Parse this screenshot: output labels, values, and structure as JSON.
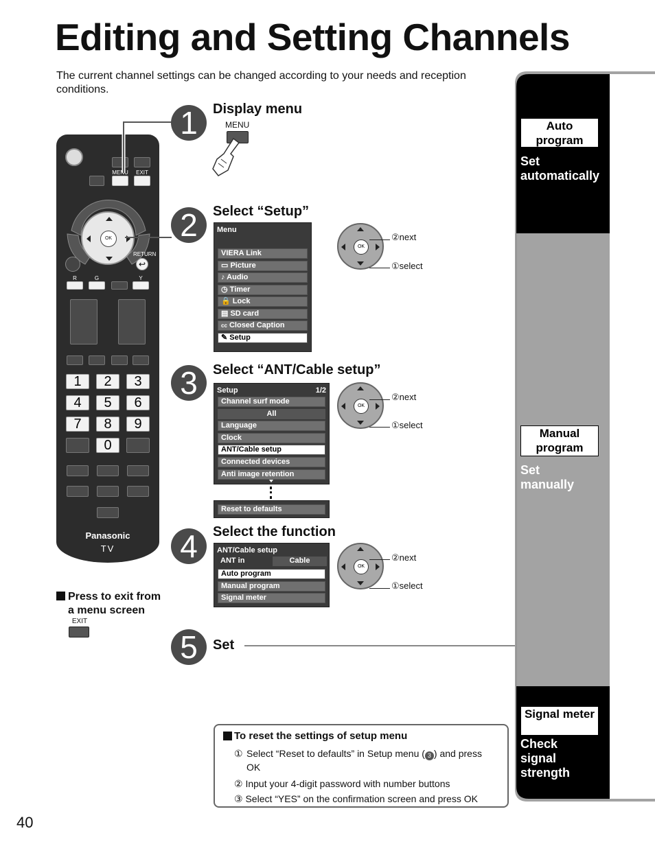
{
  "title": "Editing and Setting Channels",
  "intro": "The current channel settings can be changed according to your needs and reception conditions.",
  "remote": {
    "labels": {
      "menu": "MENU",
      "exit": "EXIT",
      "return": "RETURN",
      "ok": "OK",
      "r": "R",
      "g": "G",
      "y": "Y"
    },
    "numbers": [
      "1",
      "2",
      "3",
      "4",
      "5",
      "6",
      "7",
      "8",
      "9",
      "0"
    ],
    "brand": "Panasonic",
    "model": "TV",
    "colors": {
      "body": "#2c2c2c",
      "button": "#4a4a4a"
    }
  },
  "exit_note": {
    "text1": "Press to exit from",
    "text2": "a menu screen",
    "button_label": "EXIT"
  },
  "steps": [
    {
      "number": "1",
      "title": "Display menu",
      "button_label": "MENU"
    },
    {
      "number": "2",
      "title": "Select “Setup”"
    },
    {
      "number": "3",
      "title": "Select “ANT/Cable setup”"
    },
    {
      "number": "4",
      "title": "Select the function"
    },
    {
      "number": "5",
      "title": "Set"
    }
  ],
  "menu_main": {
    "title": "Menu",
    "items": [
      {
        "icon": "",
        "label": "VIERA Link"
      },
      {
        "icon": "▭",
        "label": "Picture"
      },
      {
        "icon": "♪",
        "label": "Audio"
      },
      {
        "icon": "◷",
        "label": "Timer"
      },
      {
        "icon": "🔒",
        "label": "Lock"
      },
      {
        "icon": "▤",
        "label": "SD card"
      },
      {
        "icon": "cc",
        "label": "Closed Caption"
      },
      {
        "icon": "✎",
        "label": "Setup"
      }
    ]
  },
  "menu_setup": {
    "title": "Setup",
    "page": "1/2",
    "items": [
      "Channel surf mode",
      "All",
      "Language",
      "Clock",
      "ANT/Cable setup",
      "Connected devices",
      "Anti image retention"
    ],
    "reset": "Reset to defaults"
  },
  "menu_ant": {
    "title": "ANT/Cable setup",
    "ant_in_label": "ANT in",
    "ant_in_value": "Cable",
    "items": [
      "Auto program",
      "Manual program",
      "Signal meter"
    ]
  },
  "dpad": {
    "ok": "OK",
    "next": "②next",
    "select": "①select"
  },
  "panel": {
    "auto_box": "Auto program",
    "auto_sub": "Set automatically",
    "manual_box": "Manual program",
    "manual_sub": "Set manually",
    "signal_box": "Signal meter",
    "signal_sub": "Check signal strength",
    "colors": {
      "dark": "#000000",
      "gray": "#a3a3a3",
      "accent_text": "#ffffff"
    }
  },
  "reset_box": {
    "title": "To reset the settings of setup menu",
    "lines": [
      {
        "marker": "①",
        "pre": "Select “Reset to defaults” in Setup menu (",
        "ref": "3",
        "post": ") and press OK"
      },
      {
        "marker": "②",
        "text": "Input your 4-digit password with number buttons"
      },
      {
        "marker": "③",
        "text": "Select “YES” on the confirmation screen and press OK"
      }
    ]
  },
  "page_number": "40"
}
